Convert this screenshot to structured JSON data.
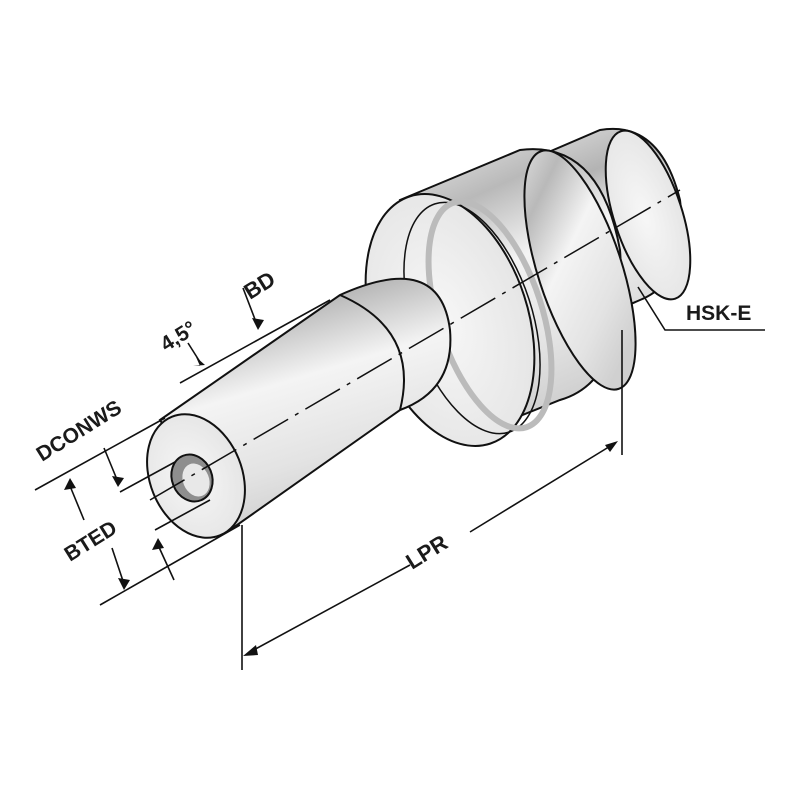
{
  "diagram": {
    "subject": "HSK-E tool holder (tapered shrink-fit chuck)",
    "colors": {
      "background": "#ffffff",
      "line": "#111111",
      "metal_light": "#f2f2f2",
      "metal_mid": "#d4d4d4",
      "metal_dark": "#a8a8a8",
      "bore": "#8e8e8e"
    },
    "labels": {
      "hsk": "HSK-E",
      "bd": "BD",
      "angle": "4,5°",
      "dconws": "DCONWS",
      "bted": "BTED",
      "lpr": "LPR"
    }
  }
}
